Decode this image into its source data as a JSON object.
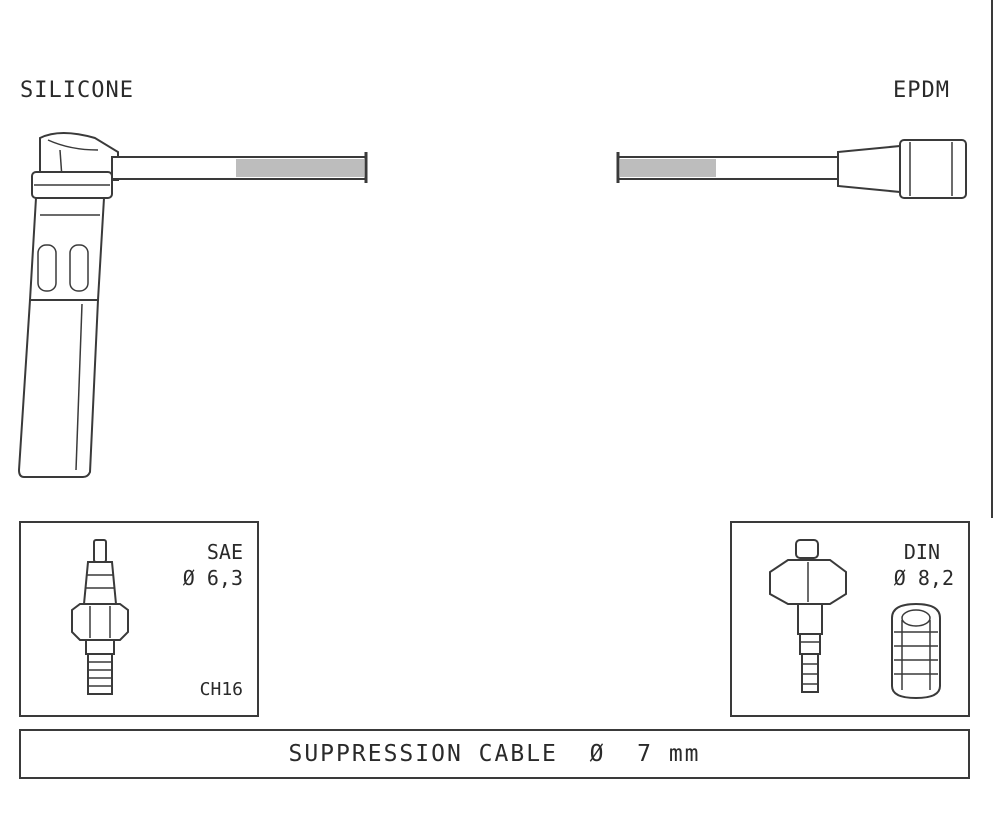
{
  "labels": {
    "left_material": "SILICONE",
    "right_material": "EPDM"
  },
  "sae_box": {
    "standard": "SAE",
    "diameter": "Ø 6,3",
    "hex": "CH16"
  },
  "din_box": {
    "standard": "DIN",
    "diameter": "Ø 8,2"
  },
  "cable": {
    "description": "SUPPRESSION CABLE  Ø  7 mm"
  },
  "icons": [
    "silicone-boot-icon",
    "epdm-boot-icon",
    "spark-plug-icon",
    "coil-connector-icon",
    "socket-sleeve-icon"
  ]
}
